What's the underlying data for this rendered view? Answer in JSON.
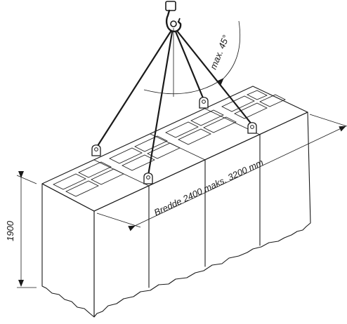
{
  "labels": {
    "angle": "max. 45°",
    "width": "Bredde 2400 maks. 3200 mm",
    "height": "1900"
  }
}
